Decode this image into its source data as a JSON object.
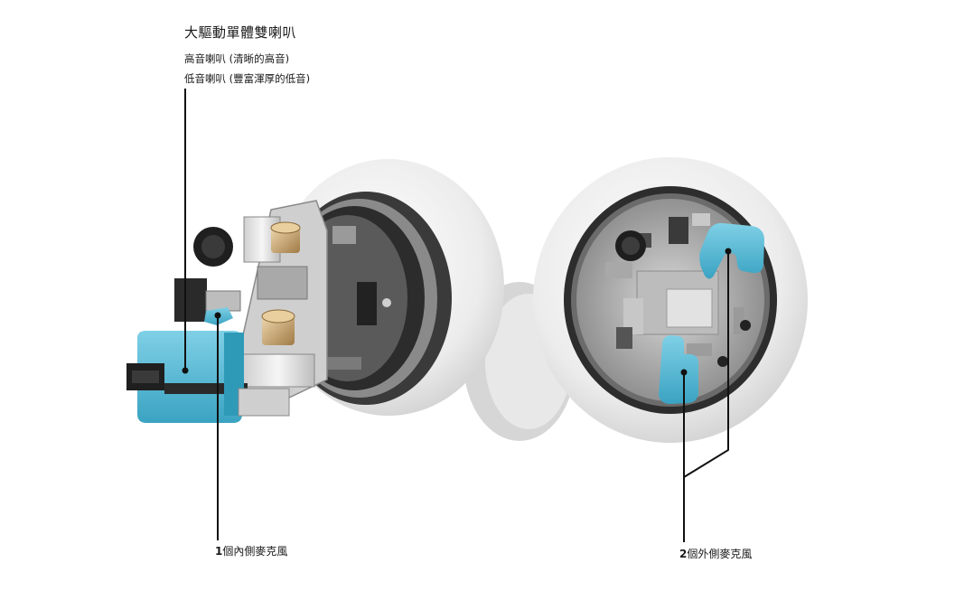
{
  "driver": {
    "title": "大驅動單體雙喇叭",
    "tweeter": "高音喇叭 (清晰的高音)",
    "woofer": "低音喇叭 (豐富渾厚的低音)"
  },
  "inner_mic": {
    "count": "1",
    "label": "個內側麥克風"
  },
  "outer_mic": {
    "count": "2",
    "label": "個外側麥克風"
  },
  "colors": {
    "accent_blue": "#4fb3cf",
    "shell_white": "#ececec",
    "leader_line": "#111111"
  }
}
